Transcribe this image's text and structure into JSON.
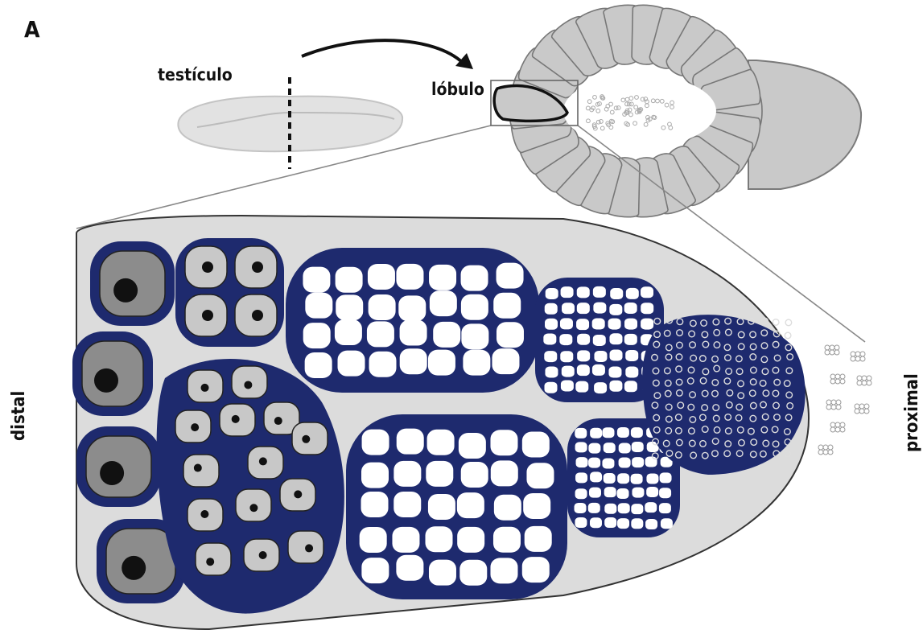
{
  "panel_label": "A",
  "labels": {
    "testis": "testículo",
    "lobule": "lóbulo",
    "distal": "distal",
    "proximal": "proximal"
  },
  "colors": {
    "navy": "#1e2a6e",
    "cyst_gray": "#c8c8c8",
    "lobule_fill": "#dcdcdc",
    "cell_gray": "#8c8c8c",
    "outline": "#222222",
    "white": "#ffffff"
  }
}
